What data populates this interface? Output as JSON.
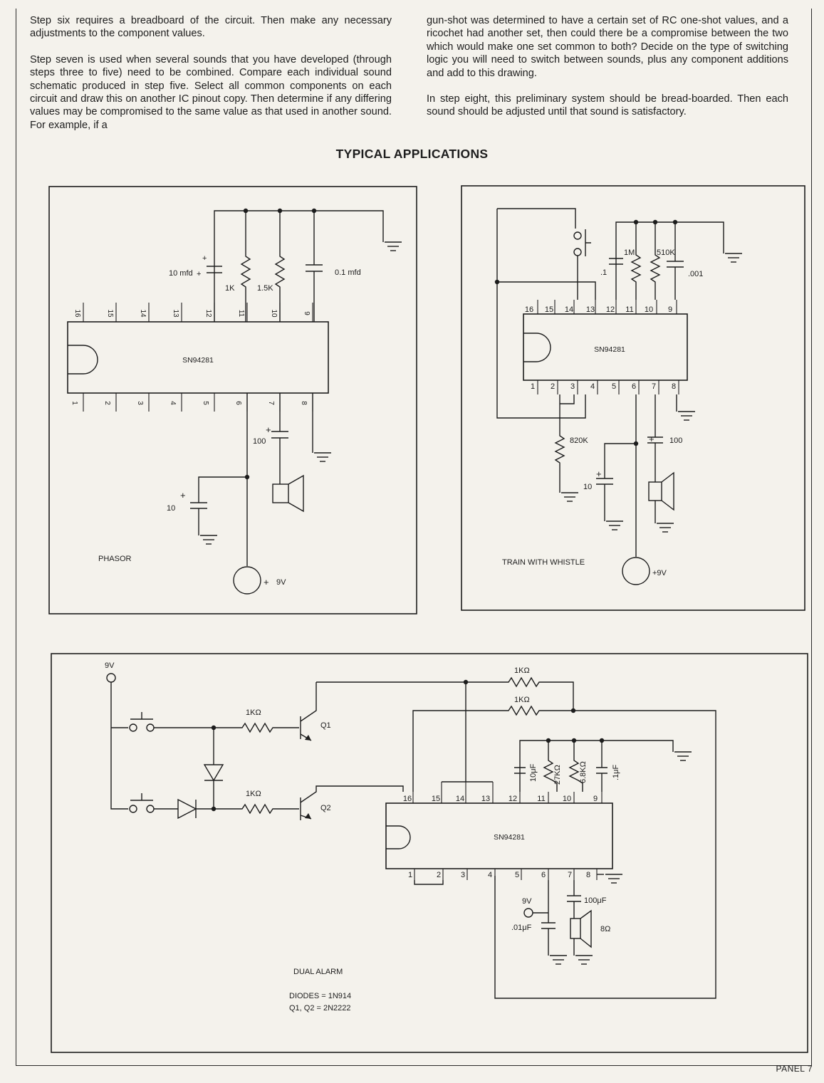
{
  "text": {
    "left_p1": "Step six requires a breadboard of the circuit. Then make any necessary adjustments to the component values.",
    "left_p2": "Step seven is used when several sounds that you have developed (through steps three to five) need to be combined. Compare each individual sound schematic produced in step five. Select all common components on each circuit and draw this on another IC pinout copy. Then determine if any differing values may be compromised to the same value as that used in another sound. For example, if a",
    "right_p1": "gun-shot was determined to have a certain set of RC one-shot values, and a ricochet had another set, then could there be a compromise between the two which would make one set common to both? Decide on the type of switching logic you will need to switch between sounds, plus any component additions and add to this drawing.",
    "right_p2": "In step eight, this preliminary system should be bread-boarded. Then each sound should be adjusted until that sound is satisfactory."
  },
  "heading": "TYPICAL APPLICATIONS",
  "phasor": {
    "title": "PHASOR",
    "chip": "SN94281",
    "top_pins": [
      "16",
      "15",
      "14",
      "13",
      "12",
      "11",
      "10",
      "9"
    ],
    "bottom_pins": [
      "1",
      "2",
      "3",
      "4",
      "5",
      "6",
      "7",
      "8"
    ],
    "c_10mfd": "10 mfd",
    "r_1k": "1K",
    "r_1_5k": "1.5K",
    "c_01mfd": "0.1 mfd",
    "c_100": "100",
    "c_10": "10",
    "supply": "9V",
    "plus": "+"
  },
  "train": {
    "title": "TRAIN WITH WHISTLE",
    "chip": "SN94281",
    "top_pins": [
      "16",
      "15",
      "14",
      "13",
      "12",
      "11",
      "10",
      "9"
    ],
    "bottom_pins": [
      "1",
      "2",
      "3",
      "4",
      "5",
      "6",
      "7",
      "8"
    ],
    "c_1": ".1",
    "r_1m": "1M",
    "r_510k": "510K",
    "c_001": ".001",
    "r_820k": "820K",
    "c_100": "100",
    "c_10": "10",
    "supply": "+9V",
    "plus": "+"
  },
  "alarm": {
    "title": "DUAL ALARM",
    "note1": "DIODES = 1N914",
    "note2": "Q1, Q2 = 2N2222",
    "chip": "SN94281",
    "top_pins": [
      "16",
      "15",
      "14",
      "13",
      "12",
      "11",
      "10",
      "9"
    ],
    "bottom_pins": [
      "1",
      "2",
      "3",
      "4",
      "5",
      "6",
      "7",
      "8"
    ],
    "supply": "9V",
    "supply2": "9V",
    "r_top1": "1KΩ",
    "r_top2": "1KΩ",
    "r_q1": "1KΩ",
    "r_q2": "1KΩ",
    "q1": "Q1",
    "q2": "Q2",
    "c_10uf": "10μF",
    "r_27k": "27KΩ",
    "r_6_8k": "6.8KΩ",
    "c_1uf": ".1μF",
    "c_100uf": "100μF",
    "c_01uf": ".01μF",
    "spk": "8Ω"
  },
  "footer": "PANEL 7"
}
